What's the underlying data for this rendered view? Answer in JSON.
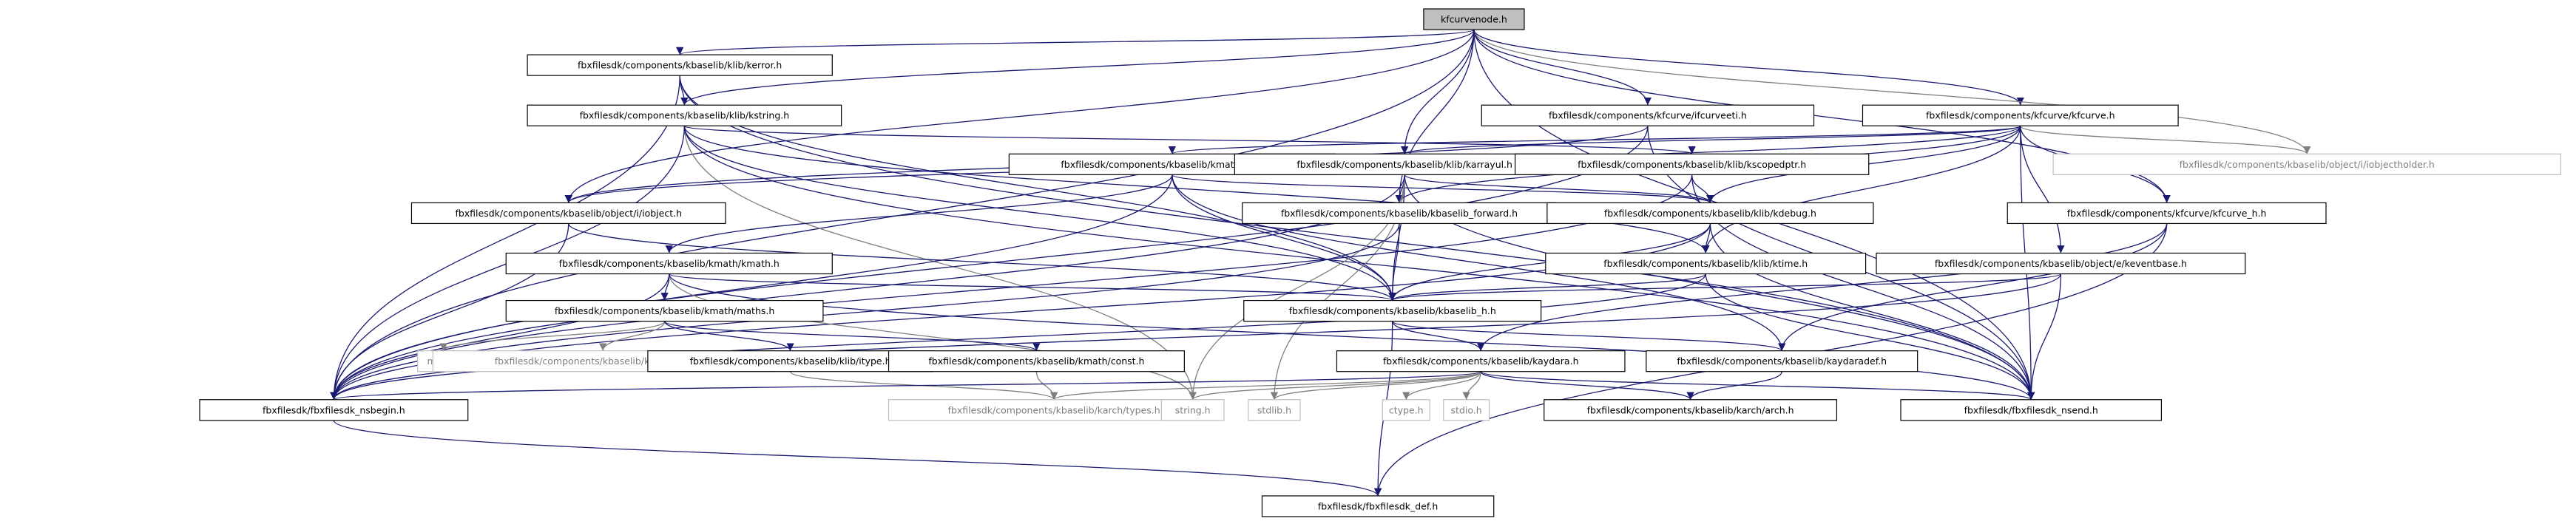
{
  "graph": {
    "colors": {
      "edge": "#191970",
      "root_fill": "#bfbfbf",
      "node_border": "#000000",
      "external_border": "#bfbfbf",
      "external_text": "#7f7f7f",
      "background": "#ffffff"
    },
    "nodes": [
      {
        "id": "kfcurvenode",
        "label": "kfcurvenode.h",
        "root": true
      },
      {
        "id": "kerror",
        "label": "fbxfilesdk/components/kbaselib/klib/kerror.h"
      },
      {
        "id": "kstring",
        "label": "fbxfilesdk/components/kbaselib/klib/kstring.h"
      },
      {
        "id": "ifcurveeti",
        "label": "fbxfilesdk/components/kfcurve/ifcurveeti.h"
      },
      {
        "id": "kfcurve",
        "label": "fbxfilesdk/components/kfcurve/kfcurve.h"
      },
      {
        "id": "kgeom",
        "label": "fbxfilesdk/components/kbaselib/kmath/kgeom.h"
      },
      {
        "id": "karrayul",
        "label": "fbxfilesdk/components/kbaselib/klib/karrayul.h"
      },
      {
        "id": "kscopedptr",
        "label": "fbxfilesdk/components/kbaselib/klib/kscopedptr.h"
      },
      {
        "id": "iobjectholder",
        "label": "fbxfilesdk/components/kbaselib/object/i/iobjectholder.h",
        "external": true
      },
      {
        "id": "iobject",
        "label": "fbxfilesdk/components/kbaselib/object/i/iobject.h"
      },
      {
        "id": "kbaselib_forward",
        "label": "fbxfilesdk/components/kbaselib/kbaselib_forward.h"
      },
      {
        "id": "kdebug",
        "label": "fbxfilesdk/components/kbaselib/klib/kdebug.h"
      },
      {
        "id": "kfcurve_h",
        "label": "fbxfilesdk/components/kfcurve/kfcurve_h.h"
      },
      {
        "id": "kmath",
        "label": "fbxfilesdk/components/kbaselib/kmath/kmath.h"
      },
      {
        "id": "ktime",
        "label": "fbxfilesdk/components/kbaselib/klib/ktime.h"
      },
      {
        "id": "keventbase",
        "label": "fbxfilesdk/components/kbaselib/object/e/keventbase.h"
      },
      {
        "id": "kbaselib_h",
        "label": "fbxfilesdk/components/kbaselib/kbaselib_h.h"
      },
      {
        "id": "maths",
        "label": "fbxfilesdk/components/kbaselib/kmath/maths.h"
      },
      {
        "id": "mathh",
        "label": "math.h",
        "external": true
      },
      {
        "id": "kmath_types",
        "label": "fbxfilesdk/components/kbaselib/kmath/types.h",
        "external": true
      },
      {
        "id": "itype",
        "label": "fbxfilesdk/components/kbaselib/klib/itype.h"
      },
      {
        "id": "kconst",
        "label": "fbxfilesdk/components/kbaselib/kmath/const.h"
      },
      {
        "id": "kaydara",
        "label": "fbxfilesdk/components/kbaselib/kaydara.h"
      },
      {
        "id": "kaydaradef",
        "label": "fbxfilesdk/components/kbaselib/kaydaradef.h"
      },
      {
        "id": "nsbegin",
        "label": "fbxfilesdk/fbxfilesdk_nsbegin.h"
      },
      {
        "id": "karch_types",
        "label": "fbxfilesdk/components/kbaselib/karch/types.h",
        "external": true
      },
      {
        "id": "stringh",
        "label": "string.h",
        "external": true
      },
      {
        "id": "stdlibh",
        "label": "stdlib.h",
        "external": true
      },
      {
        "id": "ctypeh",
        "label": "ctype.h",
        "external": true
      },
      {
        "id": "stdioh",
        "label": "stdio.h",
        "external": true
      },
      {
        "id": "arch",
        "label": "fbxfilesdk/components/kbaselib/karch/arch.h"
      },
      {
        "id": "nsend",
        "label": "fbxfilesdk/fbxfilesdk_nsend.h"
      },
      {
        "id": "def",
        "label": "fbxfilesdk/fbxfilesdk_def.h"
      }
    ],
    "edges": [
      [
        "kfcurvenode",
        "kerror"
      ],
      [
        "kfcurvenode",
        "kstring"
      ],
      [
        "kfcurvenode",
        "ifcurveeti"
      ],
      [
        "kfcurvenode",
        "kfcurve"
      ],
      [
        "kfcurvenode",
        "karrayul"
      ],
      [
        "kfcurvenode",
        "iobjectholder"
      ],
      [
        "kfcurvenode",
        "iobject"
      ],
      [
        "kfcurvenode",
        "kbaselib_forward"
      ],
      [
        "kfcurvenode",
        "kfcurve_h"
      ],
      [
        "kfcurvenode",
        "nsbegin"
      ],
      [
        "kfcurvenode",
        "nsend"
      ],
      [
        "kerror",
        "kstring"
      ],
      [
        "kerror",
        "kbaselib_h"
      ],
      [
        "kerror",
        "nsbegin"
      ],
      [
        "kerror",
        "nsend"
      ],
      [
        "kstring",
        "kbaselib_h"
      ],
      [
        "kstring",
        "stringh"
      ],
      [
        "kstring",
        "kscopedptr"
      ],
      [
        "kstring",
        "nsbegin"
      ],
      [
        "kstring",
        "nsend"
      ],
      [
        "kstring",
        "ktime"
      ],
      [
        "ifcurveeti",
        "iobject"
      ],
      [
        "ifcurveeti",
        "nsbegin"
      ],
      [
        "ifcurveeti",
        "nsend"
      ],
      [
        "kfcurve",
        "kgeom"
      ],
      [
        "kfcurve",
        "karrayul"
      ],
      [
        "kfcurve",
        "kdebug"
      ],
      [
        "kfcurve",
        "ktime"
      ],
      [
        "kfcurve",
        "iobject"
      ],
      [
        "kfcurve",
        "kfcurve_h"
      ],
      [
        "kfcurve",
        "keventbase"
      ],
      [
        "kfcurve",
        "kbaselib_forward"
      ],
      [
        "kfcurve",
        "iobjectholder"
      ],
      [
        "kfcurve",
        "nsend"
      ],
      [
        "kgeom",
        "kmath"
      ],
      [
        "kgeom",
        "kbaselib_h"
      ],
      [
        "kgeom",
        "kdebug"
      ],
      [
        "kgeom",
        "kaydaradef"
      ],
      [
        "kgeom",
        "nsbegin"
      ],
      [
        "karrayul",
        "kbaselib_forward"
      ],
      [
        "karrayul",
        "kdebug"
      ],
      [
        "karrayul",
        "kbaselib_h"
      ],
      [
        "karrayul",
        "stringh"
      ],
      [
        "karrayul",
        "stdlibh"
      ],
      [
        "karrayul",
        "nsbegin"
      ],
      [
        "karrayul",
        "nsend"
      ],
      [
        "kscopedptr",
        "kdebug"
      ],
      [
        "kscopedptr",
        "nsend"
      ],
      [
        "kscopedptr",
        "nsbegin"
      ],
      [
        "iobject",
        "kbaselib_h"
      ],
      [
        "iobject",
        "nsbegin"
      ],
      [
        "kbaselib_forward",
        "kbaselib_h"
      ],
      [
        "kbaselib_forward",
        "nsbegin"
      ],
      [
        "kdebug",
        "ktime"
      ],
      [
        "kdebug",
        "kbaselib_h"
      ],
      [
        "kdebug",
        "nsbegin"
      ],
      [
        "kdebug",
        "nsend"
      ],
      [
        "kfcurve_h",
        "kaydara"
      ],
      [
        "kfcurve_h",
        "kaydaradef"
      ],
      [
        "kfcurve_h",
        "def"
      ],
      [
        "kmath",
        "maths"
      ],
      [
        "kmath",
        "kbaselib_h"
      ],
      [
        "kmath",
        "stringh"
      ],
      [
        "kmath",
        "nsbegin"
      ],
      [
        "kmath",
        "nsend"
      ],
      [
        "ktime",
        "kbaselib_h"
      ],
      [
        "ktime",
        "nsend"
      ],
      [
        "ktime",
        "nsbegin"
      ],
      [
        "keventbase",
        "kbaselib_h"
      ],
      [
        "keventbase",
        "nsbegin"
      ],
      [
        "keventbase",
        "nsend"
      ],
      [
        "kbaselib_h",
        "kaydara"
      ],
      [
        "kbaselib_h",
        "kaydaradef"
      ],
      [
        "kbaselib_h",
        "def"
      ],
      [
        "maths",
        "mathh"
      ],
      [
        "maths",
        "kmath_types"
      ],
      [
        "maths",
        "itype"
      ],
      [
        "maths",
        "kconst"
      ],
      [
        "itype",
        "karch_types"
      ],
      [
        "kconst",
        "karch_types"
      ],
      [
        "kaydara",
        "nsbegin"
      ],
      [
        "kaydara",
        "karch_types"
      ],
      [
        "kaydara",
        "stringh"
      ],
      [
        "kaydara",
        "stdlibh"
      ],
      [
        "kaydara",
        "ctypeh"
      ],
      [
        "kaydara",
        "stdioh"
      ],
      [
        "kaydara",
        "arch"
      ],
      [
        "kaydara",
        "nsend"
      ],
      [
        "kaydaradef",
        "arch"
      ],
      [
        "nsbegin",
        "def"
      ]
    ]
  }
}
